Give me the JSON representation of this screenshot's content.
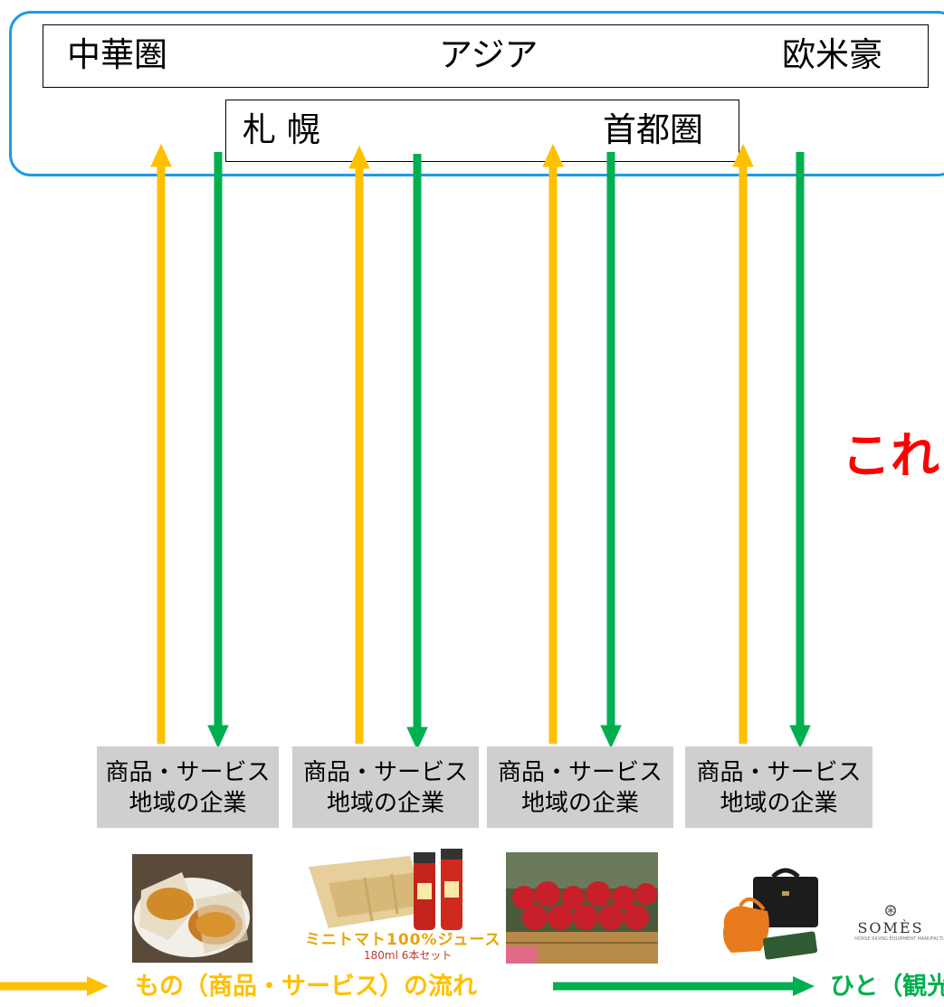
{
  "markets": {
    "regions": [
      "中華圏",
      "アジア",
      "欧米豪"
    ],
    "cities": [
      "札 幌",
      "首都圏"
    ]
  },
  "companies": [
    {
      "line1": "商品・サービス",
      "line2": "地域の企業"
    },
    {
      "line1": "商品・サービス",
      "line2": "地域の企業"
    },
    {
      "line1": "商品・サービス",
      "line2": "地域の企業"
    },
    {
      "line1": "商品・サービス",
      "line2": "地域の企業"
    }
  ],
  "callout": "これ",
  "products": {
    "juice_caption": "ミニトマト100%ジュース",
    "juice_sub": "180ml 6本セット",
    "brand_name": "SOMÈS",
    "brand_tag": "HORSE RIDING EQUIPMENT MANUFACTURER"
  },
  "legend": {
    "goods": "もの（商品・サービス）の流れ",
    "people": "ひと（観光"
  },
  "colors": {
    "goods_flow": "#ffc000",
    "people_flow": "#00b050",
    "frame": "#1e9be4",
    "callout": "#ff0000",
    "company_box": "#d0cece"
  }
}
